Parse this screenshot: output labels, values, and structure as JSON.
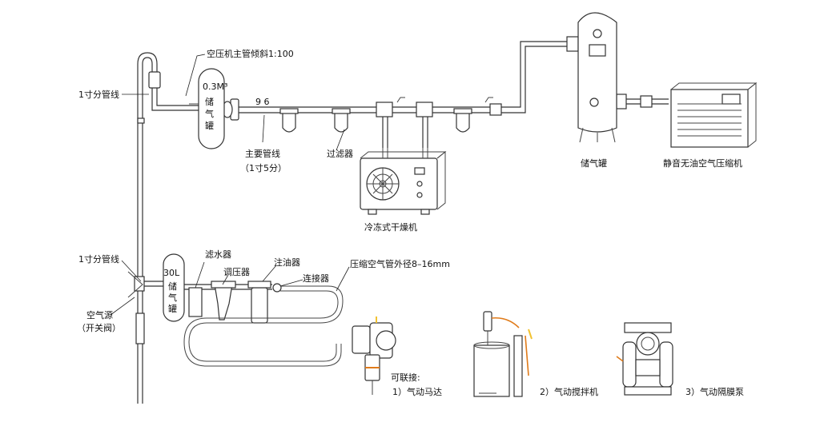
{
  "labels": {
    "main_slope": "空压机主管倾斜1:100",
    "branch_top": "1寸分管线",
    "tank_small": "0.3M³",
    "tank_small_l1": "储",
    "tank_small_l2": "气",
    "tank_small_l3": "罐",
    "pipe_number": "9 6",
    "main_pipe": "主要管线",
    "main_pipe_size": "（1寸5分）",
    "filter": "过滤器",
    "dryer": "冷冻式干燥机",
    "big_tank": "储气罐",
    "compressor": "静音无油空气压缩机",
    "branch_bottom": "1寸分管线",
    "tank_30l": "30L",
    "tank_30l_l1": "储",
    "tank_30l_l2": "气",
    "tank_30l_l3": "罐",
    "water_filter": "滤水器",
    "regulator": "调压器",
    "lubricator": "注油器",
    "connector": "连接器",
    "hose": "压缩空气管外径8–16mm",
    "air_source": "空气源",
    "air_source_sub": "（开关阀）",
    "connectable": "可联接:",
    "motor": "1）气动马达",
    "mixer": "2）气动搅拌机",
    "pump": "3）气动隔膜泵"
  },
  "colors": {
    "line": "#333333",
    "accent_orange": "#e07b1a",
    "accent_yellow": "#f2c230"
  }
}
